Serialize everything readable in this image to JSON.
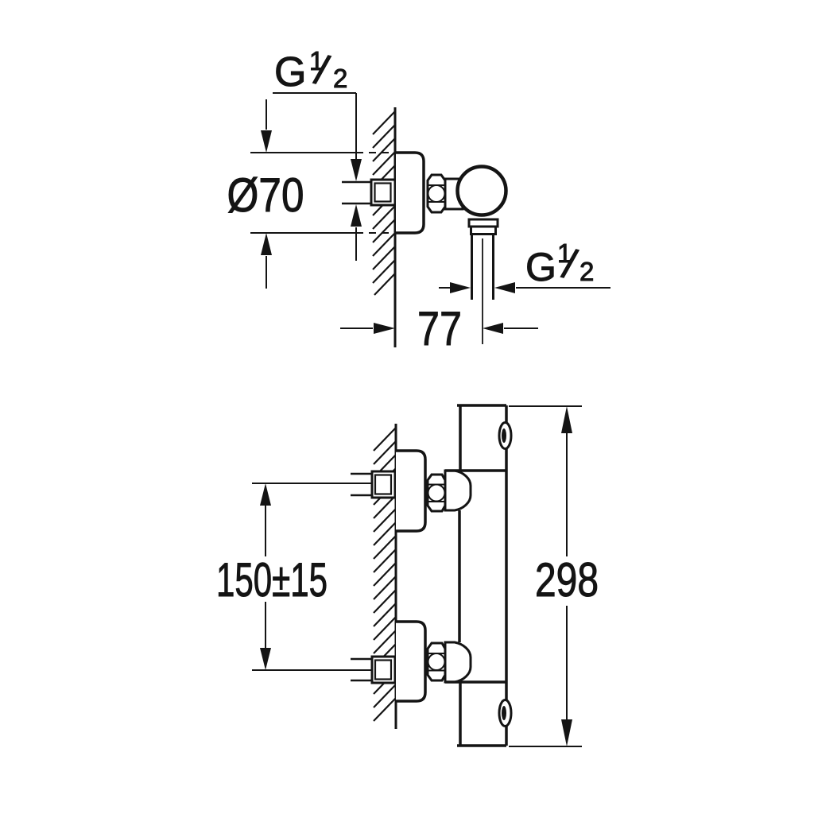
{
  "page": {
    "background_color": "#ffffff",
    "line_color": "#141414",
    "drawing_type": "installation-dimension-drawing"
  },
  "views": {
    "side_view": {
      "thread_inlet_label": {
        "prefix": "G",
        "numerator": "1",
        "slash": "/",
        "denominator": "2"
      },
      "escutcheon_diameter_label": "Ø70",
      "wall_to_outlet_distance_label": "77",
      "thread_outlet_label": {
        "prefix": "G",
        "numerator": "1",
        "slash": "/",
        "denominator": "2"
      }
    },
    "front_view": {
      "inlet_spacing_label": "150±15",
      "body_height_label": "298"
    }
  }
}
